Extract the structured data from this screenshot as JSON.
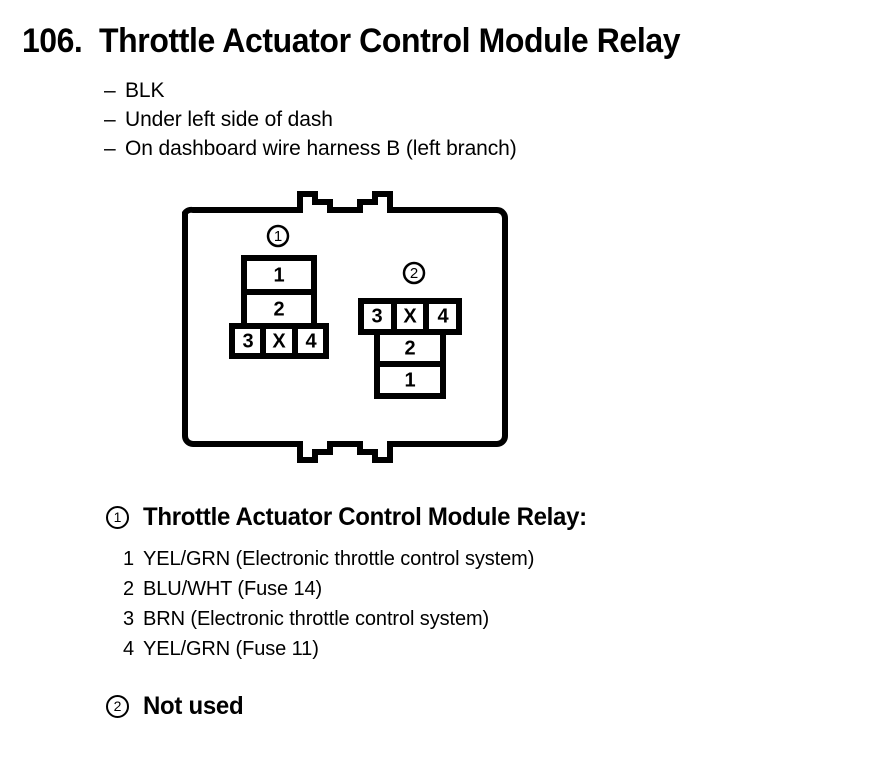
{
  "header": {
    "number": "106.",
    "title": "Throttle Actuator Control Module Relay"
  },
  "notes": [
    {
      "dash": "–",
      "text": "BLK"
    },
    {
      "dash": "–",
      "text": "Under left side of dash"
    },
    {
      "dash": "–",
      "text": "On dashboard wire harness B (left branch)"
    }
  ],
  "diagram": {
    "connector1": {
      "marker": "1",
      "top_stack": [
        "1",
        "2"
      ],
      "bottom_row": [
        "3",
        "X",
        "4"
      ]
    },
    "connector2": {
      "marker": "2",
      "top_row": [
        "3",
        "X",
        "4"
      ],
      "bottom_stack": [
        "2",
        "1"
      ]
    },
    "stroke_color": "#000000",
    "fill_color": "#ffffff"
  },
  "legend": {
    "entry1": {
      "marker": "1",
      "title": "Throttle Actuator Control Module Relay:",
      "pins": [
        {
          "num": "1",
          "desc": "YEL/GRN (Electronic throttle control system)"
        },
        {
          "num": "2",
          "desc": "BLU/WHT (Fuse 14)"
        },
        {
          "num": "3",
          "desc": "BRN (Electronic throttle control system)"
        },
        {
          "num": "4",
          "desc": "YEL/GRN (Fuse 11)"
        }
      ]
    },
    "entry2": {
      "marker": "2",
      "title": "Not used"
    }
  }
}
